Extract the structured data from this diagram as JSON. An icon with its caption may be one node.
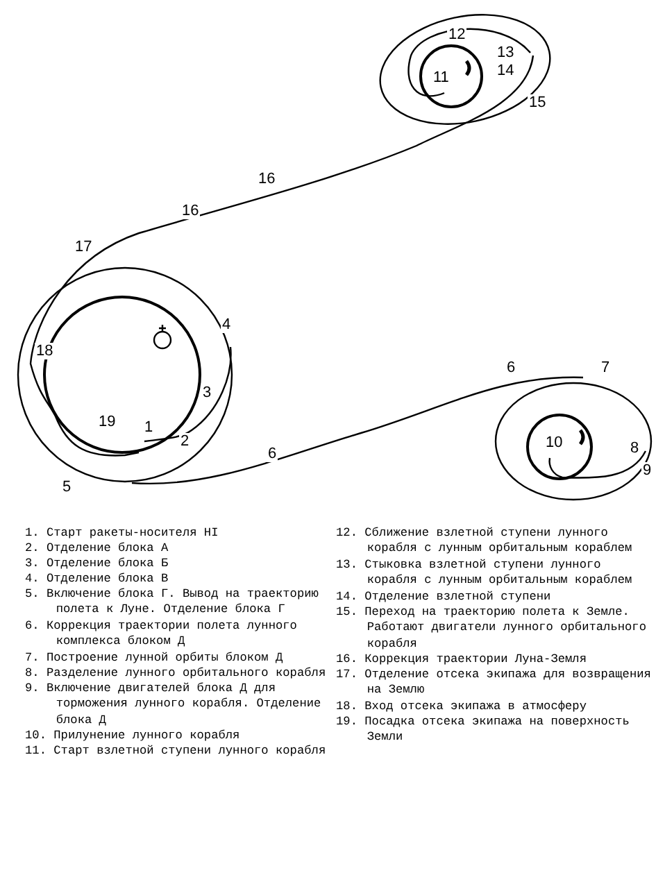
{
  "diagram": {
    "labels": [
      "12",
      "13",
      "11",
      "14",
      "15",
      "16",
      "16",
      "17",
      "4",
      "18",
      "3",
      "19",
      "1",
      "2",
      "6",
      "7",
      "6",
      "10",
      "8",
      "5",
      "9",
      "1. Старт ракеты-носителя НI",
      "2. Отделение блока А",
      "3. Отделение блока Б",
      "4. Отделение блока В",
      "5. Включение блока Г. Вывод на траекторию полета к Луне. Отделение блока Г",
      "6. Коррекция траектории полета лунного комплекса блоком Д",
      "7. Построение лунной орбиты блоком Д",
      "8. Разделение лунного орбитального корабля",
      "9. Включение двигателей блока Д для торможения лунного корабля. Отделение блока Д",
      "10. Прилунение лунного корабля",
      "11. Старт взлетной ступени лунного корабля",
      "12. Сближение взлетной ступени лунного корабля с лунным орбитальным кораблем",
      "13. Стыковка взлетной ступени лунного корабля с лунным орбитальным кораблем",
      "14. Отделение взлетной ступени",
      "15. Переход на траекторию полета к Земле. Работают двигатели лунного орбитального корабля",
      "16. Коррекция траектории Луна-Земля",
      "17. Отделение отсека экипажа для возвращения на Землю",
      "18. Вход отсека экипажа в атмосферу",
      "19. Посадка отсека экипажа на поверхность Земли"
    ]
  }
}
